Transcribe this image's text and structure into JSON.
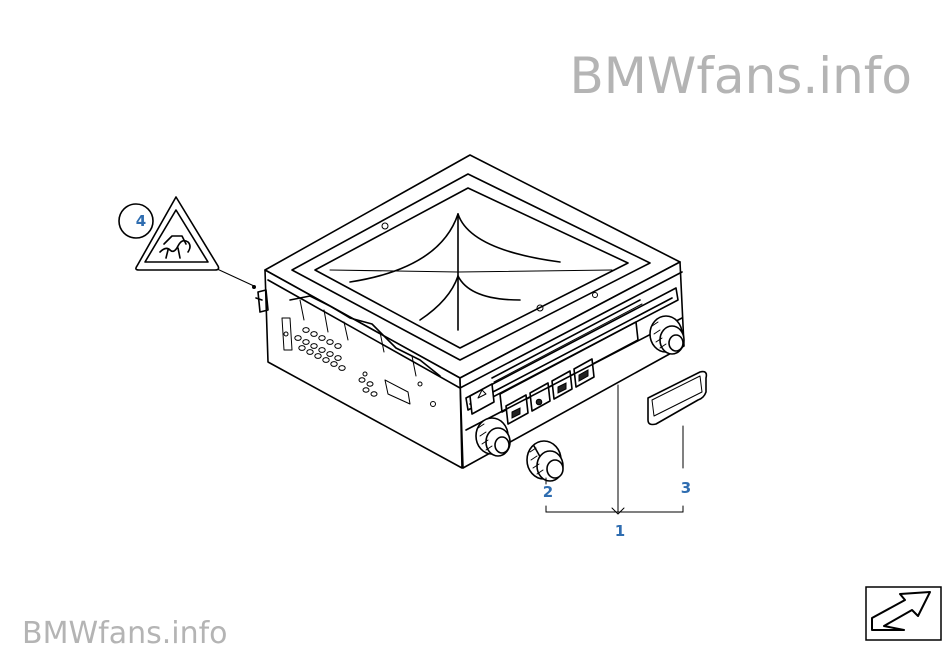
{
  "watermark": {
    "top": {
      "brand": "BMWfans",
      "suffix": ".info"
    },
    "bottom": {
      "brand": "BMWfans",
      "suffix": ".info"
    }
  },
  "callouts": {
    "part_1": "1",
    "part_2": "2",
    "part_3": "3",
    "part_4": "4"
  },
  "icons": {
    "warning_label": "warning-triangle-icon",
    "navigation": "arrow-navigation-icon"
  },
  "colors": {
    "callout_text": "#2f6db0",
    "watermark_text": "#b4b4b4",
    "line": "#000000"
  }
}
